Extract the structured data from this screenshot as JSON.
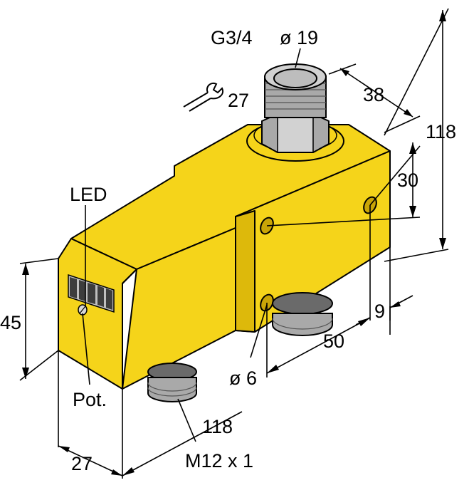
{
  "colors": {
    "housing": "#f5d41a",
    "housing_shade": "#ddb90b",
    "housing_dark": "#c9a507",
    "fitting_light": "#d2d2d2",
    "fitting_mid": "#a9a9a9",
    "fitting_dark": "#7d7d7d",
    "outline": "#000000",
    "led_segment": "#3d3d3d"
  },
  "labels": {
    "thread_size": "G3/4",
    "fitting_diameter": "ø 19",
    "wrench_size": "27",
    "depth_38": "38",
    "height_118": "118",
    "spacing_30": "30",
    "led": "LED",
    "height_45": "45",
    "offset_9": "9",
    "spacing_50": "50",
    "hole_diameter": "ø 6",
    "potentiometer": "Pot.",
    "length_118": "118",
    "connector_thread": "M12 x 1",
    "width_27": "27"
  }
}
